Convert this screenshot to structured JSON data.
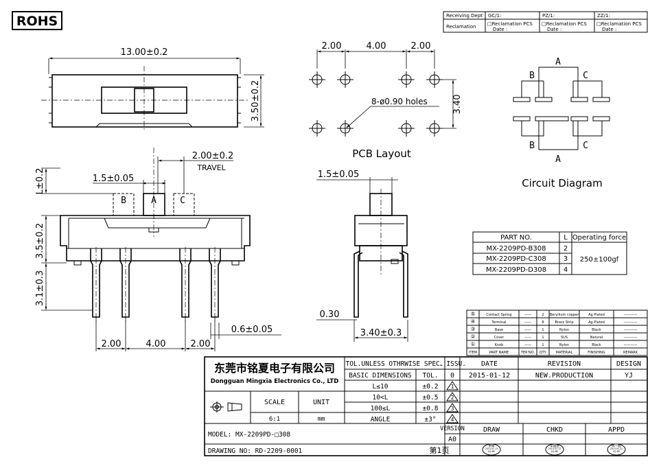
{
  "badge": "ROHS",
  "receiving": {
    "dept_label": "Receiving Dept",
    "reclamation_label": "Reclamation",
    "cols": [
      "GC/1:",
      "PZ/1:",
      "ZZ/1:"
    ],
    "cell_line1": "□Reclamation  PCS",
    "cell_line2": "Date :"
  },
  "top_view": {
    "length": "13.00±0.2",
    "height": "3.50±0.2"
  },
  "pcb": {
    "title": "PCB  Layout",
    "d1": "2.00",
    "d2": "4.00",
    "d3": "2.00",
    "pitch": "3.40",
    "holes": "8-ø0.90  holes"
  },
  "circuit": {
    "title": "Circuit  Diagram",
    "a": "A",
    "b": "B",
    "c": "C"
  },
  "front_view": {
    "travel_dim": "2.00±0.2",
    "travel_label": "TRAVEL",
    "knob_w": "1.5±0.05",
    "L": "L±0.2",
    "body_h": "3.5±0.2",
    "pin_len": "3.1±0.3",
    "pin_w": "0.6±0.05",
    "p1": "2.00",
    "p2": "4.00",
    "p3": "2.00",
    "b": "B",
    "a": "A",
    "c": "C"
  },
  "side_view": {
    "knob_w": "1.5±0.05",
    "pin_t": "0.30",
    "width": "3.40±0.3"
  },
  "part_table": {
    "headers": [
      "PART NO.",
      "L",
      "Operating force"
    ],
    "rows": [
      [
        "MX-2209PD-B308",
        "2"
      ],
      [
        "MX-2209PD-C308",
        "3"
      ],
      [
        "MX-2209PD-D308",
        "4"
      ]
    ],
    "force": "250±100gf"
  },
  "bom": {
    "rows": [
      [
        "⑤",
        "Contact Spring",
        "——",
        "2",
        "Beryllium copper",
        "Ag Plated",
        "————"
      ],
      [
        "④",
        "Terminal",
        "——",
        "8",
        "Brass Strip",
        "Ag Plated",
        "————"
      ],
      [
        "③",
        "Base",
        "——",
        "1",
        "Nylon",
        "Black",
        "————"
      ],
      [
        "②",
        "Cover",
        "——",
        "1",
        "SUS",
        "Natural",
        "————"
      ],
      [
        "①",
        "Knob",
        "——",
        "1",
        "Nylon",
        "Black",
        "————"
      ]
    ],
    "header": [
      "ITEM",
      "PART NAME",
      "TER'NO.",
      "QTY.",
      "MATERIAL",
      "FINISHING",
      "REMARK"
    ]
  },
  "title_block": {
    "company_cn": "东莞市铭夏电子有限公司",
    "company_en": "Dongguan Mingxia Electronics Co., LTD",
    "tol_head": "TOL.UNLESS OTHRWISE SPEC.",
    "basic_dims": "BASIC DIMENSIONS",
    "tol": "TOL.",
    "tol_rows": [
      [
        "L≤10",
        "±0.2"
      ],
      [
        "10<L",
        "±0.5"
      ],
      [
        "100≤L",
        "±0.8"
      ],
      [
        "ANGLE",
        "±3°"
      ]
    ],
    "issu": ". ISSU.",
    "issu_vals": [
      "0",
      "1",
      "2",
      "3",
      "4"
    ],
    "date": "DATE",
    "revision": "REVISION",
    "design": "DESIGN",
    "rev_date": "2015-01-12",
    "rev_text": "NEW.PRODUCTION",
    "designer": "YJ",
    "scale": "SCALE",
    "unit": "UNIT",
    "scale_val": "6:1",
    "unit_val": "mm",
    "model": "MODEL:  MX-2209PD-□308",
    "drawing_no": "DRAWING NO:  RD-2209-0001",
    "page": "第1页",
    "version": "VERSION",
    "version_val": "A0",
    "draw": "DRAW",
    "chkd": "CHKD",
    "appd": "APPD",
    "stamp_draw": [
      "余娟",
      "2015-01-12",
      "XQ-ME"
    ],
    "stamp_chkd": [
      "李国臣",
      "2015-01-12",
      "XQ-ME"
    ],
    "stamp_appd": [
      "陈一超",
      "2015-01-12",
      "XQ-ME"
    ]
  }
}
